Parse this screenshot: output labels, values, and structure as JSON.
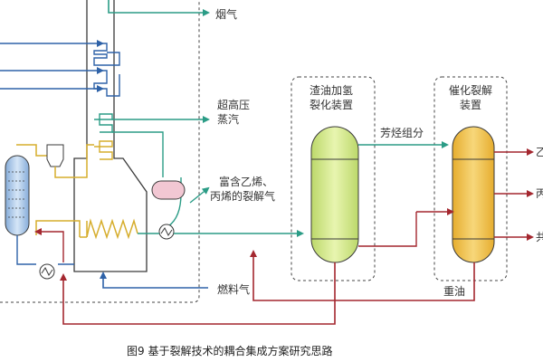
{
  "labels": {
    "flue_gas": "烟气",
    "super_hp_steam_1": "超高压",
    "super_hp_steam_2": "蒸汽",
    "cracked_gas_1": "富含乙烯、",
    "cracked_gas_2": "丙烯的裂解气",
    "fuel_gas": "燃料气",
    "hydro_unit_1": "渣油加氢",
    "hydro_unit_2": "裂化装置",
    "aromatics": "芳烃组分",
    "cat_unit_1": "催化裂解",
    "cat_unit_2": "装置",
    "heavy_oil": "重油",
    "out_top": "乙",
    "out_mid": "丙",
    "out_bot": "共"
  },
  "caption": "图9   基于裂解技术的耦合集成方案研究思路",
  "colors": {
    "blue": "#2e62a8",
    "green": "#2b9c86",
    "red": "#a4272f",
    "yellow": "#d6ad2c",
    "frame": "#3a3a3a",
    "vessel_green_fill": "#d9ec96",
    "vessel_orange_fill": "#f1c44f",
    "tank_fill": "#a9c7e9",
    "drum_fill": "#f2c7d3"
  }
}
